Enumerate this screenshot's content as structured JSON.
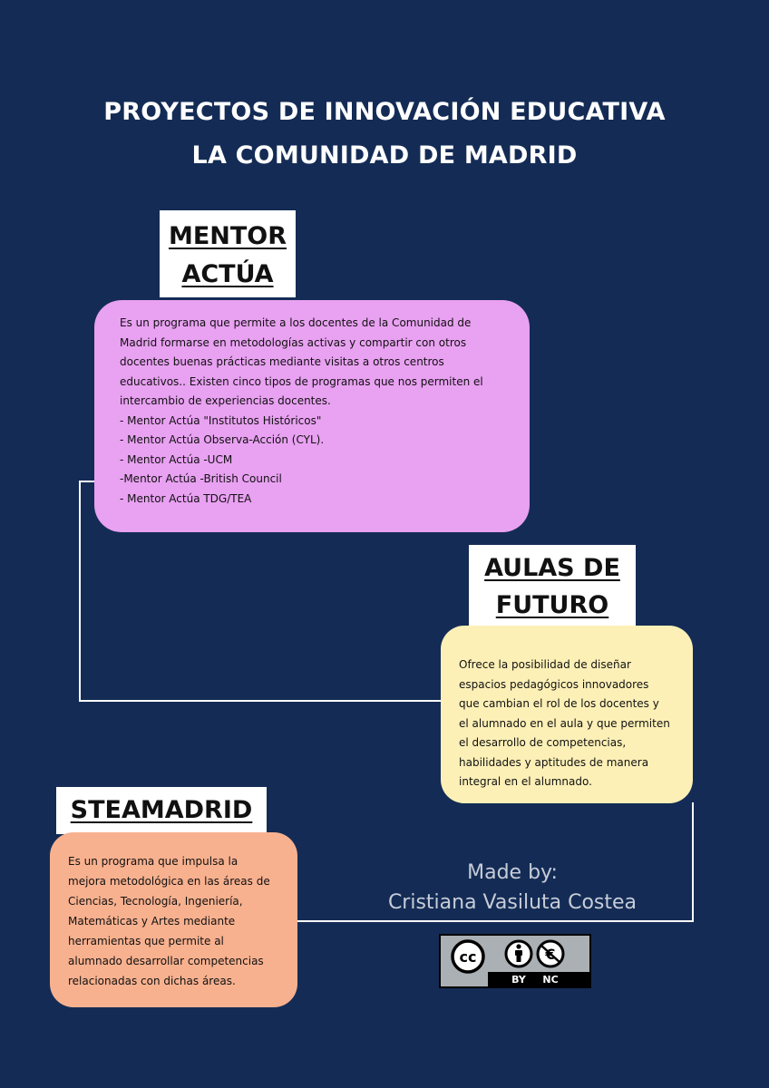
{
  "title": {
    "line1": "PROYECTOS DE INNOVACIÓN EDUCATIVA",
    "line2": "LA COMUNIDAD DE MADRID"
  },
  "sections": {
    "mentor": {
      "label_line1": "MENTOR",
      "label_line2": "ACTÚA",
      "description_lines": [
        "Es un programa que permite a los docentes de la Comunidad de",
        "Madrid formarse en metodologías activas y compartir con otros",
        "docentes buenas prácticas mediante visitas a otros centros",
        "educativos.. Existen cinco tipos de programas que nos permiten el",
        "intercambio de experiencias docentes."
      ],
      "programs": [
        "- Mentor Actúa \"Institutos Históricos\"",
        "- Mentor Actúa Observa-Acción (CYL).",
        "- Mentor Actúa -UCM",
        "-Mentor Actúa -British Council",
        "- Mentor Actúa TDG/TEA"
      ],
      "color": "#e9a1f2"
    },
    "aulas": {
      "label_line1": "AULAS DE",
      "label_line2": "FUTURO",
      "description_lines": [
        "Ofrece la posibilidad de diseñar",
        "espacios pedagógicos innovadores",
        "que cambian el rol de los docentes y",
        "el alumnado en el aula y que permiten",
        "el desarrollo de competencias,",
        "habilidades y aptitudes de manera",
        "integral en el alumnado."
      ],
      "color": "#fdf0b7"
    },
    "steam": {
      "label": "STEAMADRID",
      "description_lines": [
        "Es un programa que impulsa la",
        "mejora metodológica en las áreas de",
        "Ciencias, Tecnología, Ingeniería,",
        "Matemáticas y Artes mediante",
        "herramientas que permite al",
        "alumnado desarrollar competencias",
        "relacionadas con dichas áreas."
      ],
      "color": "#f8b18f"
    }
  },
  "credit": {
    "line1": "Made by:",
    "line2": "Cristiana Vasiluta Costea"
  },
  "license_badge": {
    "cc": "cc",
    "by": "BY",
    "nc": "NC"
  },
  "colors": {
    "background": "#142c55",
    "connector": "#ffffff"
  }
}
